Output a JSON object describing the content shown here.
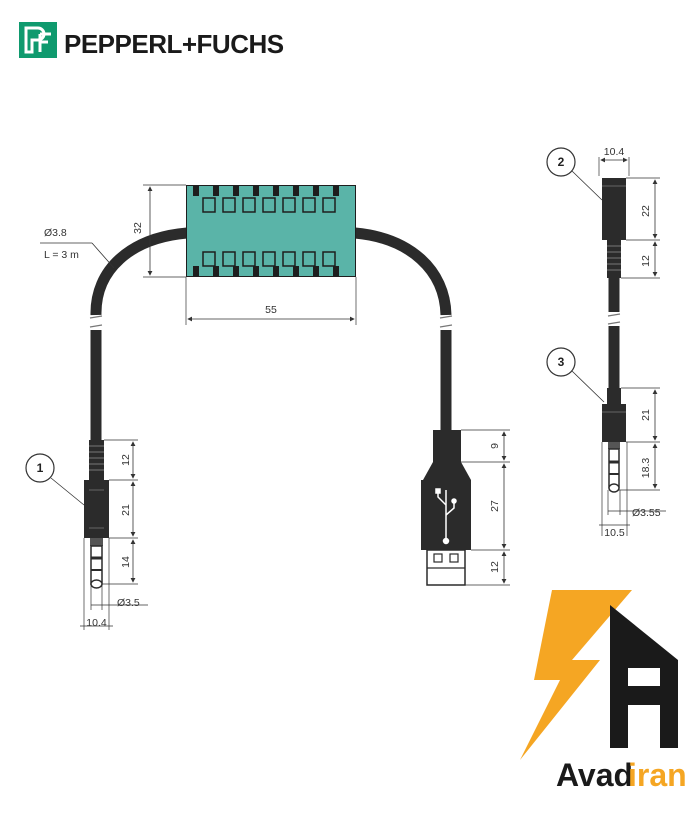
{
  "brand": {
    "name": "PEPPERL+FUCHS",
    "logo_icon": "pf-logo-icon",
    "color": "#0f9a6e"
  },
  "cable_spec": {
    "diameter": "Ø3.8",
    "length": "L = 3 m"
  },
  "ferrite": {
    "height": "32",
    "width": "55",
    "color": "#5ab4a8"
  },
  "plug1": {
    "callout": "1",
    "dims": [
      "12",
      "21",
      "14"
    ],
    "diameter": "Ø3.5",
    "width": "10.4"
  },
  "usb": {
    "dims": [
      "9",
      "27",
      "12"
    ],
    "icon": "usb-icon"
  },
  "plug2": {
    "callout": "2",
    "width": "10.4",
    "dims": [
      "22",
      "12"
    ]
  },
  "plug3": {
    "callout": "3",
    "dims": [
      "21",
      "18.3"
    ],
    "diameter": "Ø3.55",
    "width": "10.5"
  },
  "watermark": {
    "text_a": "Avad",
    "text_b": "iran",
    "color_a": "#1a1a1a",
    "color_b": "#f5a623"
  }
}
